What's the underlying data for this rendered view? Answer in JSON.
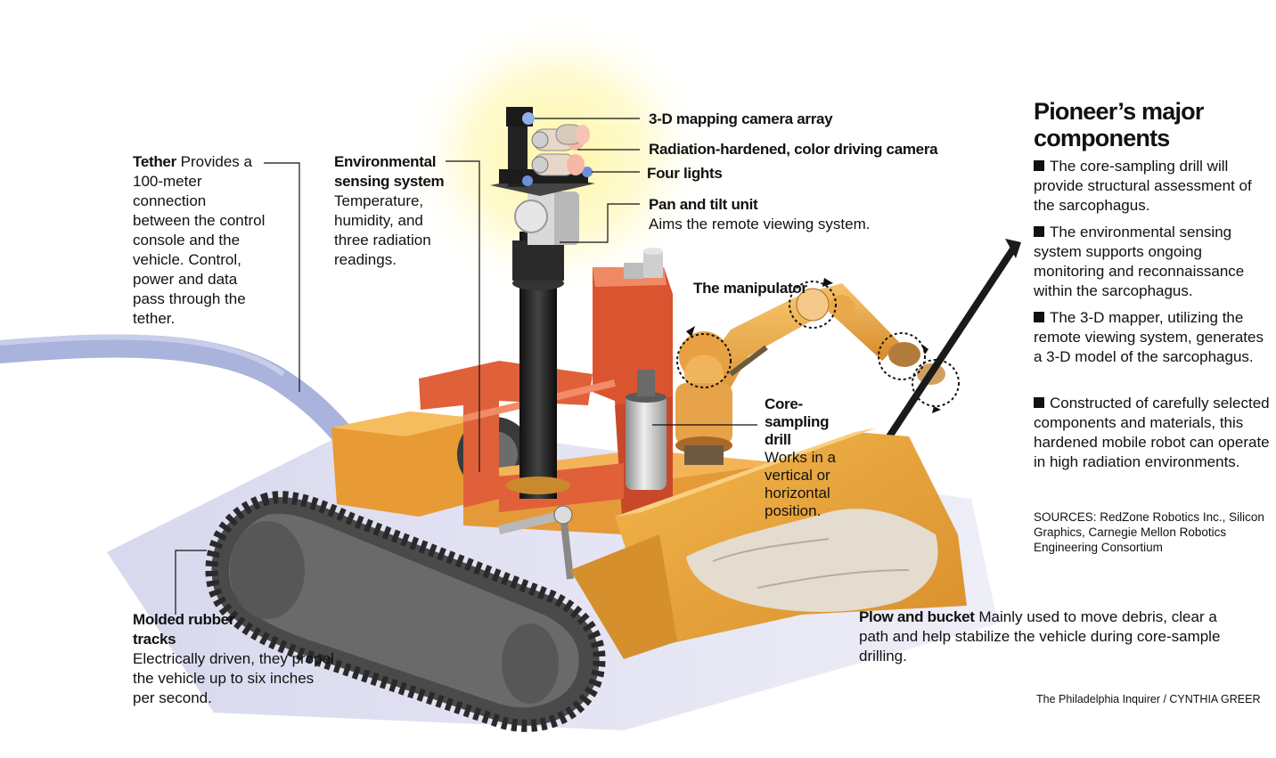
{
  "labels": {
    "tether": {
      "name": "Tether",
      "text": "Provides a 100-meter connection between the control console and the vehicle. Control, power and data pass through the tether."
    },
    "environmental": {
      "name": "Environmental sensing system",
      "text": "Temperature, humidity, and three radiation readings."
    },
    "camera_array": {
      "name": "3-D mapping camera array"
    },
    "driving_camera": {
      "name": "Radiation-hardened, color driving camera"
    },
    "four_lights": {
      "name": "Four lights"
    },
    "pan_tilt": {
      "name": "Pan and tilt unit",
      "text": "Aims the remote viewing system."
    },
    "manipulator": {
      "name": "The manipulator"
    },
    "drill": {
      "name": "Core-sampling drill",
      "text": "Works in a vertical or horizontal position."
    },
    "tracks": {
      "name": "Molded rubber tracks",
      "text": "Electrically driven, they propel the vehicle up to six inches per second."
    },
    "plow": {
      "name": "Plow and bucket",
      "text": "Mainly used to move debris, clear a path and help stabilize the vehicle during core-sample drilling."
    }
  },
  "sidebar": {
    "title": "Pioneer’s major components",
    "bullets": [
      "The core-sampling drill will provide structural assessment of the sarcophagus.",
      "The environmental sensing system supports ongoing monitoring and reconnaissance within the sarcophagus.",
      "The 3-D mapper, utilizing the remote viewing system, generates a 3-D model of the sarcophagus.",
      "Constructed of carefully selected components and materials, this hardened mobile robot can operate in high radiation environments."
    ],
    "sources": "SOURCES: RedZone Robotics Inc., Silicon Graphics, Carnegie Mellon Robotics Engineering Consortium"
  },
  "credit": "The Philadelphia Inquirer / CYNTHIA GREER",
  "colors": {
    "body_orange": "#f0a13a",
    "frame_red": "#e0603a",
    "track_gray": "#5a5a5a",
    "tether_blue": "#a9b3dc",
    "shadow_lavender": "#dcdcf0",
    "glow_yellow": "#fff39a"
  }
}
